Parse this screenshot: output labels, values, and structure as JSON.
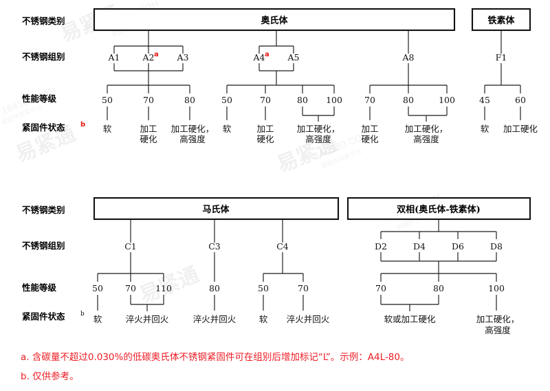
{
  "row_labels": {
    "category": "不锈钢类别",
    "group": "不锈钢组别",
    "grade": "性能等级",
    "state": "紧固件状态",
    "state_sup": "b"
  },
  "group_sup": "a",
  "top_chart": {
    "boxes": [
      {
        "label": "奥氏体"
      },
      {
        "label": "铁素体"
      }
    ],
    "austenite_groups": [
      {
        "label": "A1"
      },
      {
        "label": "A2",
        "sup": "a"
      },
      {
        "label": "A3"
      },
      {
        "label": "A4",
        "sup": "a"
      },
      {
        "label": "A5"
      },
      {
        "label": "A8"
      }
    ],
    "ferrite_groups": [
      {
        "label": "F1"
      }
    ],
    "grades": [
      "50",
      "70",
      "80",
      "50",
      "70",
      "80",
      "100",
      "70",
      "80",
      "100",
      "45",
      "60"
    ],
    "states": [
      "软",
      "加工\n硬化",
      "加工硬化，\n高强度",
      "软",
      "加工\n硬化",
      "加工硬化，\n高强度",
      "加工\n硬化",
      "加工硬化，\n高强度",
      "软",
      "加工硬化"
    ]
  },
  "bottom_chart": {
    "boxes": [
      {
        "label": "马氏体"
      },
      {
        "label": "双相(奥氏体-铁素体)"
      }
    ],
    "martensite_groups": [
      {
        "label": "C1"
      },
      {
        "label": "C3"
      },
      {
        "label": "C4"
      }
    ],
    "duplex_groups": [
      {
        "label": "D2"
      },
      {
        "label": "D4"
      },
      {
        "label": "D6"
      },
      {
        "label": "D8"
      }
    ],
    "grades": [
      "50",
      "70",
      "110",
      "80",
      "50",
      "70",
      "70",
      "80",
      "100"
    ],
    "states": [
      "软",
      "淬火并回火",
      "淬火并回火",
      "软",
      "淬火并回火",
      "软或加工硬化",
      "加工硬化，\n高强度"
    ]
  },
  "footnotes": [
    "a. 含碳量不超过0.030%的低碳奥氏体不锈钢紧固件可在组别后增加标记“L”。示例：A4L-80。",
    "b. 仅供参考。"
  ],
  "watermarks": [
    "易紧通",
    "164580.COM",
    "紧固件贸易平台",
    "易紧通",
    "164580.COM",
    "紧固件贸易平台",
    "易紧通",
    "164580.COM",
    "紧固件贸易平台",
    "易紧通",
    "164580.COM",
    "紧固件贸易平台"
  ],
  "colors": {
    "note_red": "#ed1c24",
    "sup_red": "#e8150f",
    "line": "#1a1a1a",
    "box_border": "#111111",
    "background": "#ffffff"
  }
}
